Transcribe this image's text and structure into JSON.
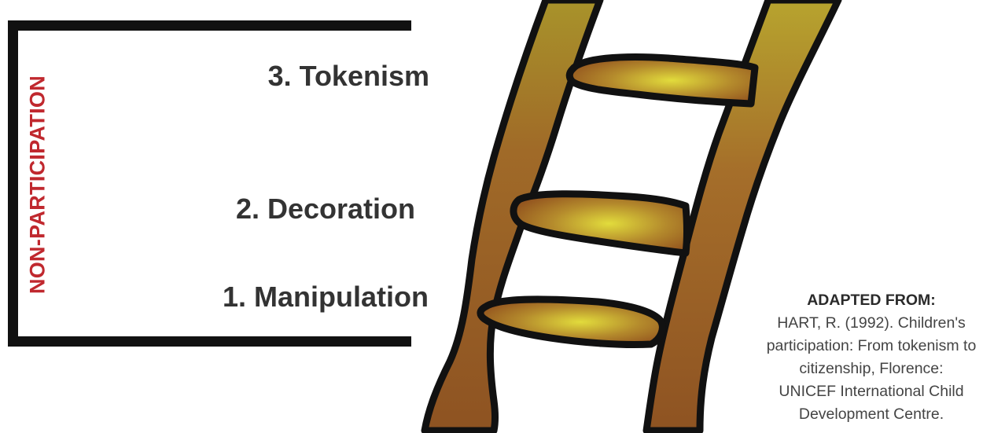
{
  "diagram": {
    "side_label": "NON-PARTICIPATION",
    "rungs": [
      {
        "label": "3. Tokenism"
      },
      {
        "label": "2. Decoration"
      },
      {
        "label": "1. Manipulation"
      }
    ],
    "citation": {
      "heading": "ADAPTED FROM:",
      "lines": [
        "HART, R. (1992). Children's",
        "participation: From tokenism to",
        "citizenship, Florence:",
        "UNICEF International Child",
        "Development Centre."
      ]
    },
    "colors": {
      "bracket": "#111111",
      "side_label": "#c0282e",
      "rung_label": "#333333",
      "ladder_wood": "#9b5f27",
      "ladder_highlight": "#d7d23a"
    }
  }
}
